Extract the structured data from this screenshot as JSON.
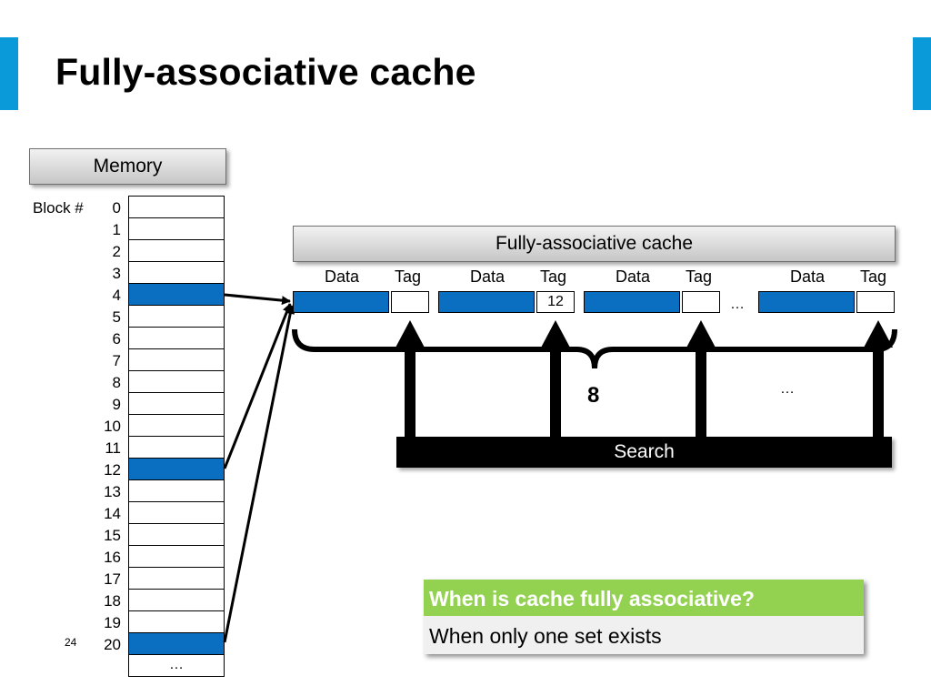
{
  "title": "Fully-associative cache",
  "memory": {
    "header": "Memory",
    "block_label": "Block #",
    "block_numbers": [
      "0",
      "1",
      "2",
      "3",
      "4",
      "5",
      "6",
      "7",
      "8",
      "9",
      "10",
      "11",
      "12",
      "13",
      "14",
      "15",
      "16",
      "17",
      "18",
      "19",
      "20"
    ],
    "highlighted_blocks": [
      4,
      12,
      20
    ],
    "ellipsis": "…"
  },
  "cache": {
    "header": "Fully-associative cache",
    "columns": [
      {
        "data_label": "Data",
        "tag_label": "Tag",
        "tag_value": ""
      },
      {
        "data_label": "Data",
        "tag_label": "Tag",
        "tag_value": "12"
      },
      {
        "data_label": "Data",
        "tag_label": "Tag",
        "tag_value": ""
      },
      {
        "data_label": "Data",
        "tag_label": "Tag",
        "tag_value": ""
      }
    ],
    "ellipsis_row": "…",
    "ellipsis_below": "…",
    "brace_count": "8",
    "search_label": "Search"
  },
  "qa": {
    "question": "When is cache fully associative?",
    "answer": "When only one set exists"
  },
  "page_number": "24",
  "colors": {
    "accent": "#0a9ad9",
    "block_fill": "#0b6fc1",
    "question_bg": "#93d151"
  }
}
